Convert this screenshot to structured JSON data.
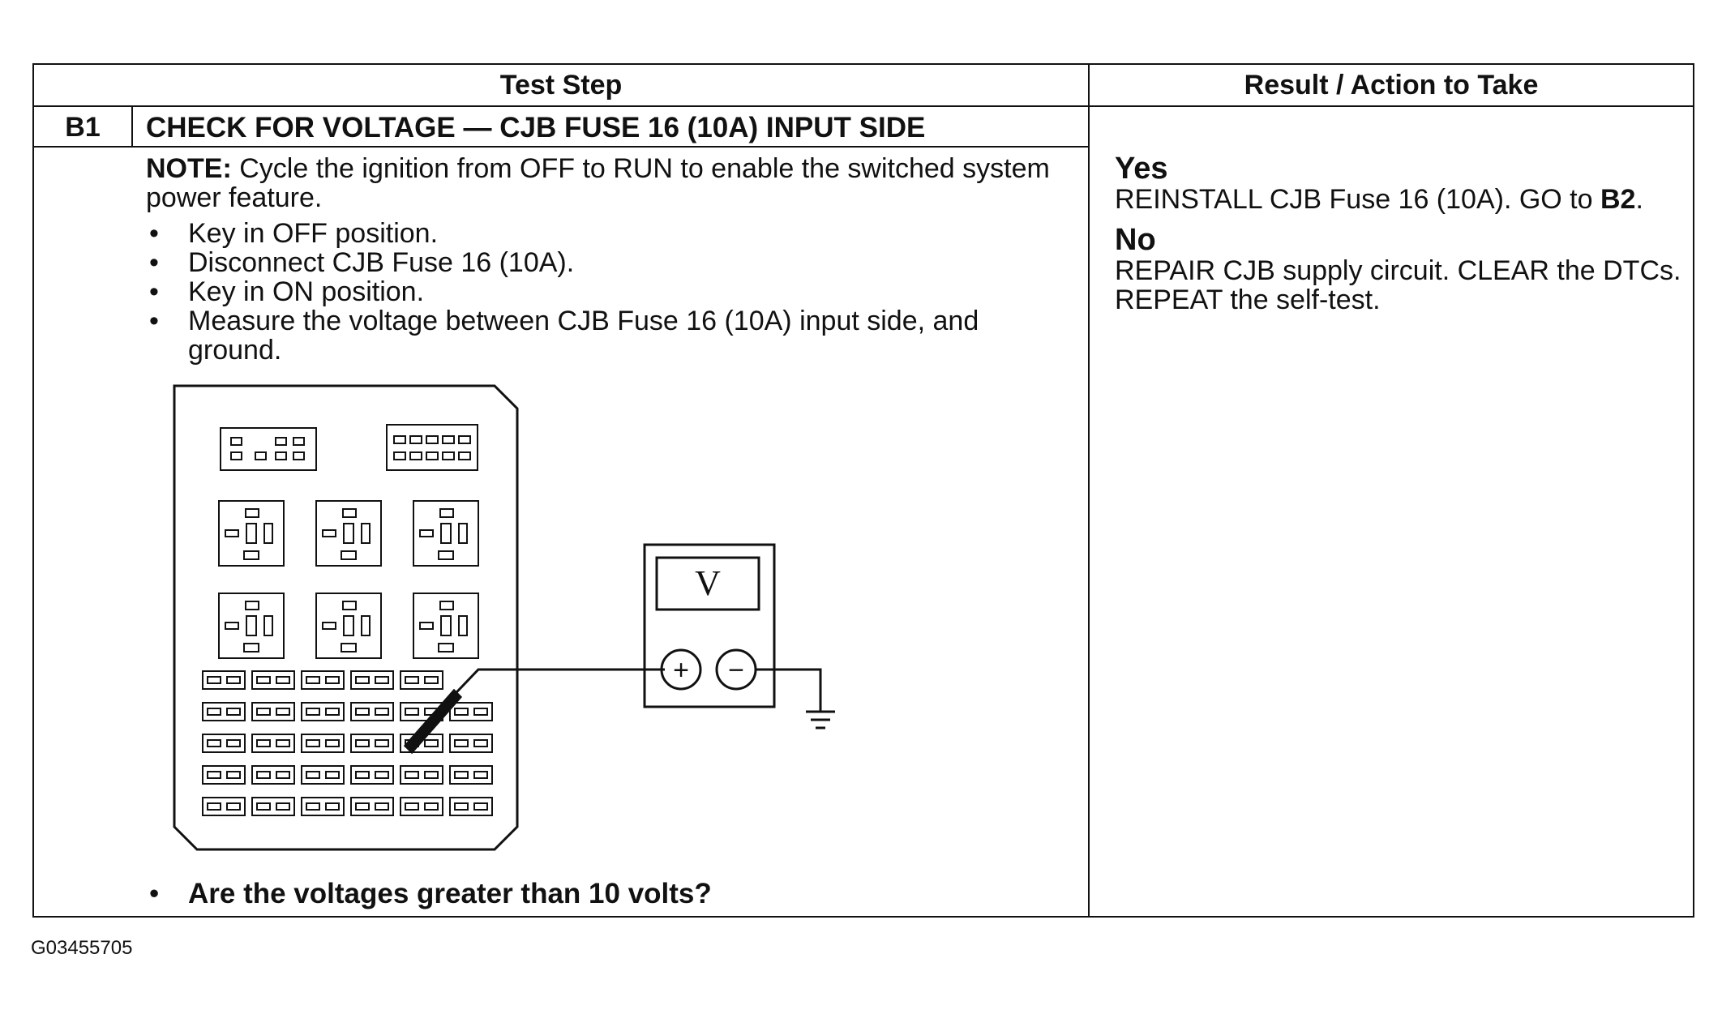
{
  "table": {
    "header_test_step": "Test Step",
    "header_result": "Result / Action to Take",
    "step_id": "B1",
    "step_title": "CHECK FOR VOLTAGE — CJB FUSE 16 (10A) INPUT SIDE",
    "note_label": "NOTE:",
    "note_text": " Cycle the ignition from OFF to RUN to enable the switched system power feature.",
    "bullets": [
      "Key in OFF position.",
      "Disconnect CJB Fuse 16 (10A).",
      "Key in ON position.",
      "Measure the voltage between CJB Fuse 16 (10A) input side, and ground."
    ],
    "question": "Are the voltages greater than 10 volts?",
    "result_yes_label": "Yes",
    "result_yes_text_1": "REINSTALL CJB Fuse 16 (10A). GO to ",
    "result_yes_text_bold": "B2",
    "result_yes_text_2": ".",
    "result_no_label": "No",
    "result_no_text": "REPAIR CJB supply circuit. CLEAR the DTCs. REPEAT the self-test."
  },
  "diagram": {
    "meter_symbol": "V",
    "plus_symbol": "+",
    "minus_symbol": "−"
  },
  "figure_id": "G03455705"
}
